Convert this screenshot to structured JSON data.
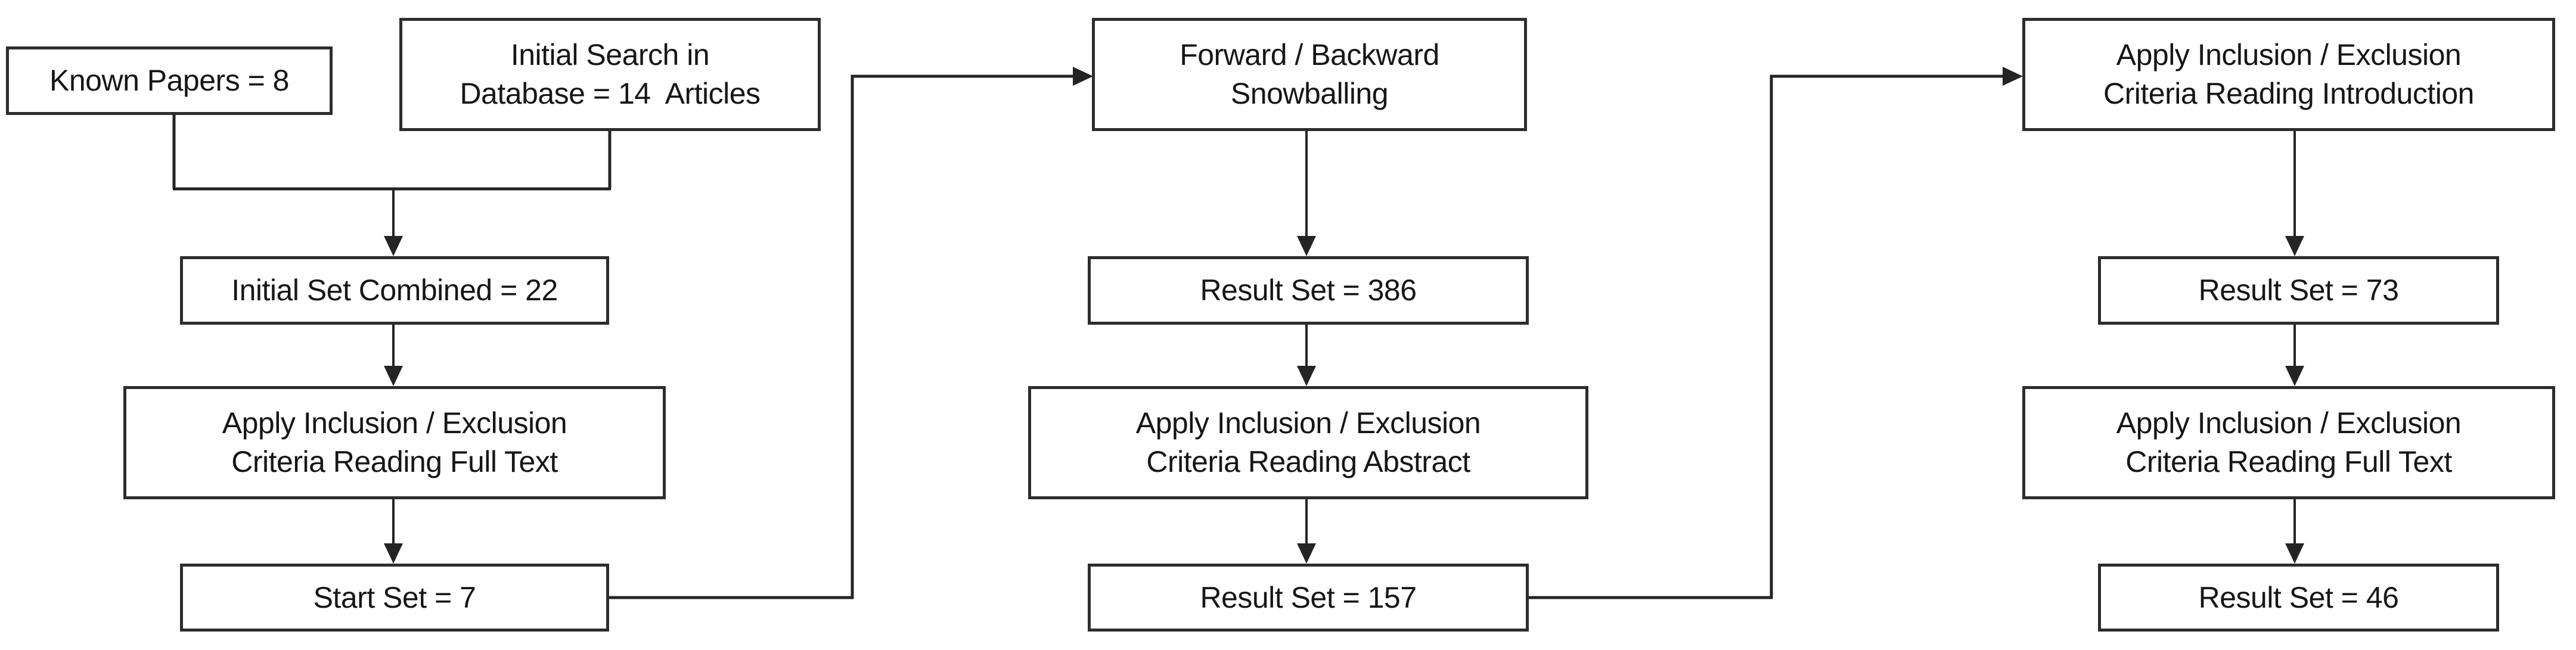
{
  "diagram": {
    "type": "flowchart",
    "colors": {
      "background": "#ffffff",
      "box_fill": "#ffffff",
      "box_border": "#2d2d2d",
      "text": "#161616",
      "connector": "#242424"
    },
    "boxes": {
      "known_papers": {
        "text": "Known Papers = 8"
      },
      "initial_search": {
        "text": "Initial Search in\nDatabase = 14  Articles"
      },
      "initial_set_combined": {
        "text": "Initial Set Combined = 22"
      },
      "apply_criteria_full_text_1": {
        "text": "Apply Inclusion / Exclusion\nCriteria Reading Full Text"
      },
      "start_set": {
        "text": "Start Set = 7"
      },
      "forward_backward_snowballing": {
        "text": "Forward / Backward\nSnowballing"
      },
      "result_set_386": {
        "text": "Result Set = 386"
      },
      "apply_criteria_abstract": {
        "text": "Apply Inclusion / Exclusion\nCriteria Reading Abstract"
      },
      "result_set_157": {
        "text": "Result Set = 157"
      },
      "apply_criteria_introduction": {
        "text": "Apply Inclusion / Exclusion\nCriteria Reading Introduction"
      },
      "result_set_73": {
        "text": "Result Set = 73"
      },
      "apply_criteria_full_text_2": {
        "text": "Apply Inclusion / Exclusion\nCriteria Reading Full Text"
      },
      "result_set_46": {
        "text": "Result Set = 46"
      }
    }
  }
}
